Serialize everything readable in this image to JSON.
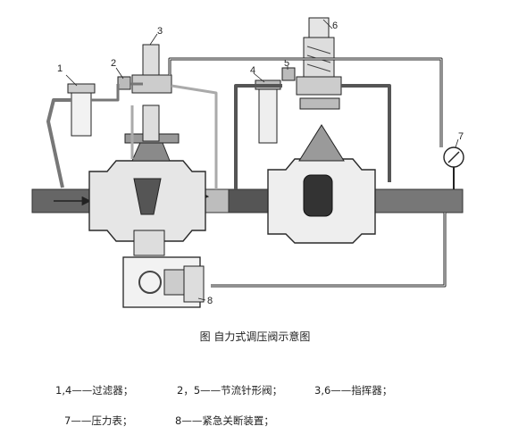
{
  "labels": {
    "n1": "1",
    "n2": "2",
    "n3": "3",
    "n4": "4",
    "n5": "5",
    "n6": "6",
    "n7": "7",
    "n8": "8"
  },
  "caption": "图 自力式调压阀示意图",
  "legend": {
    "row1": [
      "1,4——过滤器；",
      "2，5——节流针形阀；",
      "3,6——指挥器；"
    ],
    "row2": [
      "7——压力表；",
      "8——紧急关断装置；"
    ]
  },
  "colors": {
    "pipe_dark": "#555555",
    "pipe_mid": "#8a8a8a",
    "pipe_light": "#c8c8c8",
    "outline": "#2a2a2a"
  }
}
